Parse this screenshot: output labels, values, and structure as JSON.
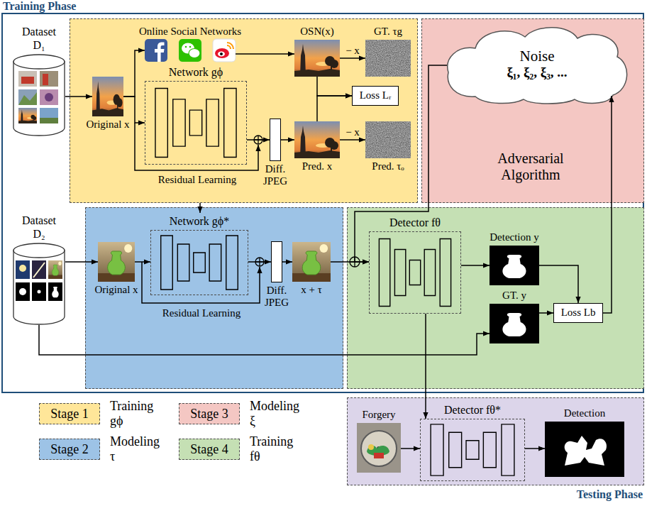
{
  "diagram": {
    "nodes": [
      {
        "text": [
          "Training Phase"
        ]
      },
      {
        "text": [
          "Dataset D₁"
        ],
        "in": 0
      },
      {
        "text": [
          "Residual Learning"
        ],
        "in": 0
      },
      {
        "text": [
          "Original x"
        ],
        "in": 2
      },
      {
        "text": [
          "Online Social Networks"
        ],
        "in": 2
      },
      {
        "text": [
          "Network gϕ"
        ],
        "in": 2
      },
      {
        "text": [
          "OSN(x)"
        ],
        "in": 2
      },
      {
        "text": [
          "GT. τg"
        ],
        "in": 2
      },
      {
        "text": [
          "Loss Lᵣ"
        ],
        "in": 2
      },
      {
        "text": [
          "Diff. JPEG"
        ],
        "in": 2
      },
      {
        "text": [
          "Pred. x"
        ],
        "in": 2
      },
      {
        "text": [
          "Pred. τₒ"
        ],
        "in": 2
      },
      {
        "text": [
          "Adversarial Algorithm"
        ],
        "in": 0
      },
      {
        "text": [
          "Noise",
          "ξ₁, ξ₂, ξ₃, ..."
        ],
        "in": 12
      },
      {
        "text": [
          "Dataset D₂"
        ],
        "in": 0
      },
      {
        "text": [
          "Residual Learning"
        ],
        "in": 0
      },
      {
        "text": [
          "Original x"
        ],
        "in": 15
      },
      {
        "text": [
          "Network gϕ*"
        ],
        "in": 15
      },
      {
        "text": [
          "Diff. JPEG"
        ],
        "in": 15
      },
      {
        "text": [
          "x + τ"
        ],
        "in": 15
      },
      {
        "text": [],
        "in": 0
      },
      {
        "text": [
          "Detector fθ"
        ],
        "in": 20
      },
      {
        "text": [
          "Detection y"
        ],
        "in": 20
      },
      {
        "text": [
          "GT. y"
        ],
        "in": 20
      },
      {
        "text": [
          "Loss Lb"
        ],
        "in": 20
      },
      {
        "text": [
          "Testing Phase"
        ]
      },
      {
        "text": [
          "Forgery"
        ],
        "in": 25
      },
      {
        "text": [
          "Detector fθ*"
        ],
        "in": 25
      },
      {
        "text": [
          "Detection"
        ],
        "in": 25
      }
    ],
    "edges": [
      {
        "from": 1,
        "to": 3,
        "arrow": "to"
      },
      {
        "from": 3,
        "to": 4,
        "arrow": "to"
      },
      {
        "from": 3,
        "to": 5,
        "arrow": "to"
      },
      {
        "from": 4,
        "to": 6,
        "arrow": "to"
      },
      {
        "from": 6,
        "to": 7,
        "label": "− x",
        "arrow": "to"
      },
      {
        "from": 6,
        "to": 8,
        "arrow": "to"
      },
      {
        "from": 5,
        "to": 9,
        "arrow": "to"
      },
      {
        "from": 9,
        "to": 10,
        "arrow": "to"
      },
      {
        "from": 10,
        "to": 8,
        "arrow": "to"
      },
      {
        "from": 10,
        "to": 11,
        "label": "− x",
        "arrow": "to"
      },
      {
        "from": 2,
        "to": 17,
        "arrow": "to"
      },
      {
        "from": 14,
        "to": 16,
        "arrow": "to"
      },
      {
        "from": 16,
        "to": 17,
        "arrow": "to"
      },
      {
        "from": 17,
        "to": 18,
        "arrow": "to"
      },
      {
        "from": 18,
        "to": 19,
        "arrow": "to"
      },
      {
        "from": 19,
        "to": 21,
        "arrow": "to"
      },
      {
        "from": 13,
        "to": 21,
        "arrow": "to"
      },
      {
        "from": 21,
        "to": 22,
        "arrow": "to"
      },
      {
        "from": 22,
        "to": 24,
        "arrow": "to"
      },
      {
        "from": 23,
        "to": 24,
        "arrow": "to"
      },
      {
        "from": 14,
        "to": 23,
        "arrow": "to"
      },
      {
        "from": 24,
        "to": 13,
        "arrow": "to"
      },
      {
        "from": 21,
        "to": 27,
        "arrow": "to"
      },
      {
        "from": 26,
        "to": 27,
        "arrow": "to"
      },
      {
        "from": 27,
        "to": 28,
        "arrow": "to"
      }
    ],
    "labels": [
      "Stage 1",
      "Stage 3",
      "Stage 2",
      "Stage 4"
    ],
    "legend": [
      {
        "text": "Training gϕ",
        "color": "#ffe699"
      },
      {
        "text": "Modeling ξ",
        "color": "#f4c7c3"
      },
      {
        "text": "Modeling τ",
        "color": "#9dc3e6"
      },
      {
        "text": "Training fθ",
        "color": "#c5e0b4"
      }
    ]
  }
}
